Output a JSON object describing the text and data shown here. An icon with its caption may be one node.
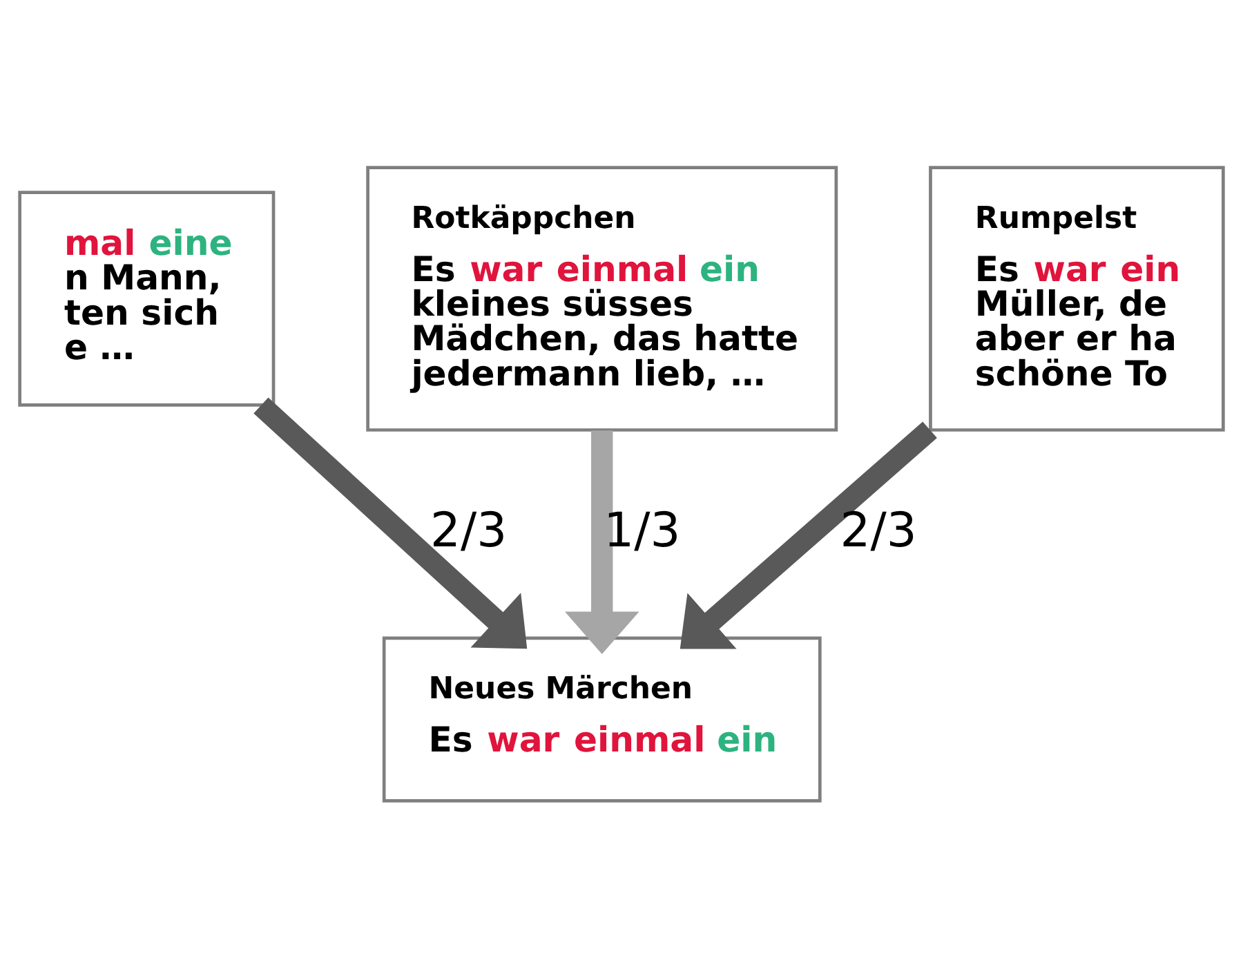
{
  "diagram": {
    "nodes": [
      {
        "text": [
          "mal eine n Mann, ten sich e …"
        ]
      },
      {
        "text": [
          "Rotkäppchen",
          "Es war einmal ein kleines süsses Mädchen, das hatte jedermann lieb, …"
        ]
      },
      {
        "text": [
          "Rumpelst",
          "Es war ein Müller, de aber er ha schöne To"
        ]
      },
      {
        "text": [
          "Neues Märchen",
          "Es war einmal ein"
        ]
      }
    ],
    "edges": [
      {
        "from": 0,
        "to": 3,
        "arrow": "to",
        "label": "2/3"
      },
      {
        "from": 1,
        "to": 3,
        "arrow": "to",
        "label": "1/3",
        "color": "#a6a6a6"
      },
      {
        "from": 2,
        "to": 3,
        "arrow": "to",
        "label": "2/3"
      }
    ]
  }
}
